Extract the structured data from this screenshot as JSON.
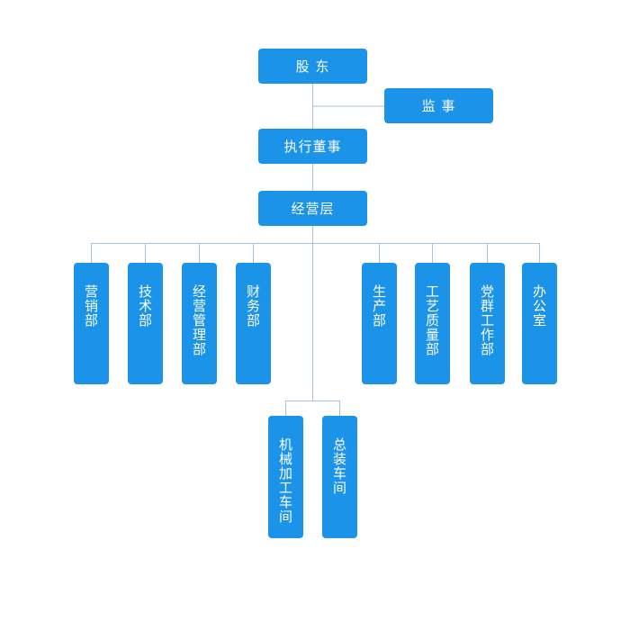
{
  "nodes": {
    "shareholders": "股 东",
    "supervisor": "监 事",
    "executive_director": "执行董事",
    "management": "经营层",
    "marketing": "营销部",
    "technology": "技术部",
    "business_management": "经营管理部",
    "finance": "财务部",
    "production": "生产部",
    "process_quality": "工艺质量部",
    "party_affairs": "党群工作部",
    "office": "办公室",
    "machining_workshop": "机械加工车间",
    "assembly_workshop": "总装车间"
  },
  "colors": {
    "node_fill": "#1b93e8",
    "node_text": "#ffffff",
    "connector": "#a9c3d8"
  }
}
